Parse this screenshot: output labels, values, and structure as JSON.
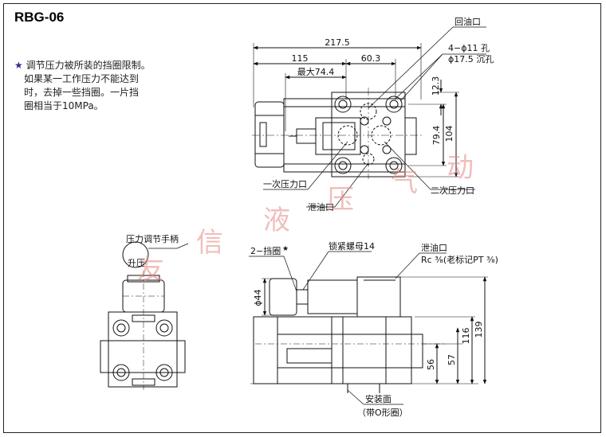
{
  "title": "RBG-06",
  "note": {
    "star": "★",
    "line1": "调节压力被所装的挡圈限制。",
    "line2": "如果某一工作压力不能达到",
    "line3": "时，去掉一些挡圈。一片挡",
    "line4": "圈相当于10MPa。"
  },
  "top_view": {
    "dim_total": "217.5",
    "dim_115": "115",
    "dim_603": "60.3",
    "dim_max": "最大74.4",
    "dim_123": "12.3",
    "dim_794": "79.4",
    "dim_104": "104",
    "label_return": "回油口",
    "label_holes1": "4−ϕ11 孔",
    "label_holes2": "ϕ17.5 沉孔",
    "label_primary": "一次压力口",
    "label_secondary": "二次压力口",
    "label_drain": "泄油口"
  },
  "left_view": {
    "label_handle": "压力调节手柄",
    "label_raise": "升压"
  },
  "front_view": {
    "label_retainer": "2−挡圈",
    "label_retainer_star": "★",
    "label_locknut": "锁紧螺母14",
    "label_drain": "泄油口",
    "label_rc": "Rc ³⁄₈(老标记PT ³⁄₈)",
    "dim_44": "ϕ44",
    "dim_56": "56",
    "dim_57": "57",
    "dim_116": "116",
    "dim_139": "139",
    "label_mount": "安装面",
    "label_oring": "（带O形圈）"
  },
  "watermark": [
    "友",
    "信",
    "液",
    "压",
    "气",
    "动"
  ]
}
